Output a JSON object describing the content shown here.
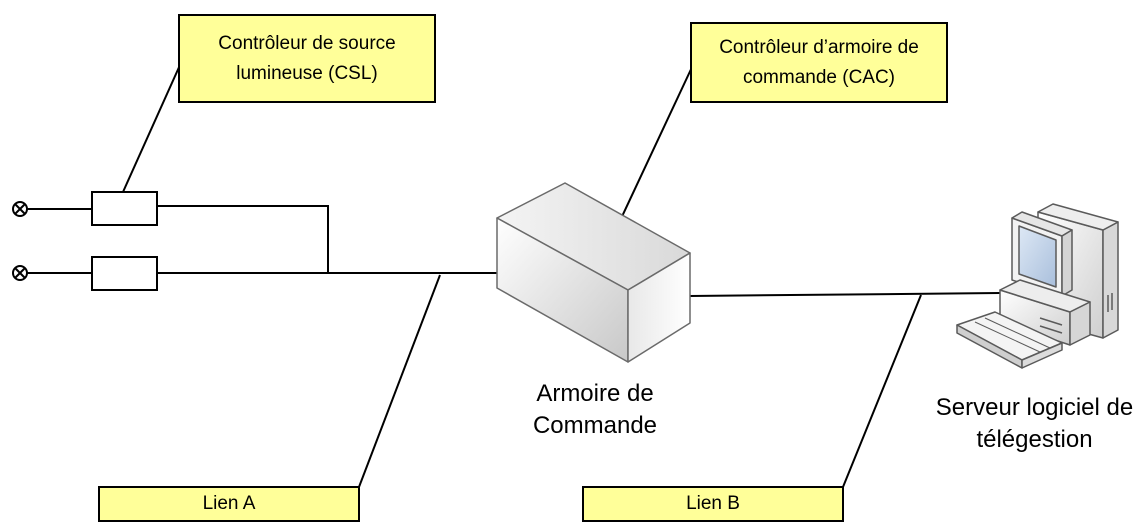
{
  "callouts": {
    "csl": "Contrôleur de source lumineuse (CSL)",
    "cac": "Contrôleur d’armoire de commande (CAC)",
    "lien_a": "Lien A",
    "lien_b": "Lien B"
  },
  "nodes": {
    "armoire": "Armoire de Commande",
    "serveur": "Serveur logiciel de télégestion"
  },
  "colors": {
    "callout_fill": "#ffff99",
    "line": "#000000"
  },
  "icons": [
    "lamp-icon",
    "cabinet-icon",
    "computer-icon",
    "keyboard-icon"
  ]
}
